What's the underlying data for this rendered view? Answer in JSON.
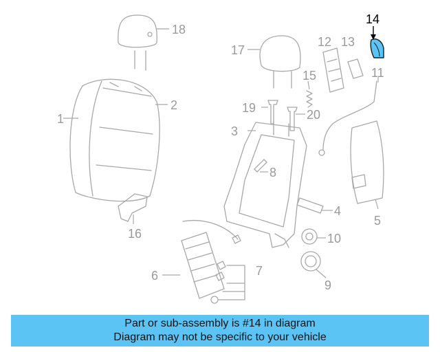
{
  "callouts": {
    "c1": "1",
    "c2": "2",
    "c3": "3",
    "c4": "4",
    "c5": "5",
    "c6": "6",
    "c7": "7",
    "c8": "8",
    "c9": "9",
    "c10": "10",
    "c11": "11",
    "c12": "12",
    "c13": "13",
    "c14": "14",
    "c15": "15",
    "c16": "16",
    "c17": "17",
    "c18": "18",
    "c19": "19",
    "c20": "20"
  },
  "highlight": {
    "part_number": "14",
    "color": "#5bc4f5"
  },
  "banner": {
    "line1": "Part or sub-assembly is #14 in diagram",
    "line2": "Diagram may not be specific to your vehicle",
    "background": "#5bc4f5"
  }
}
